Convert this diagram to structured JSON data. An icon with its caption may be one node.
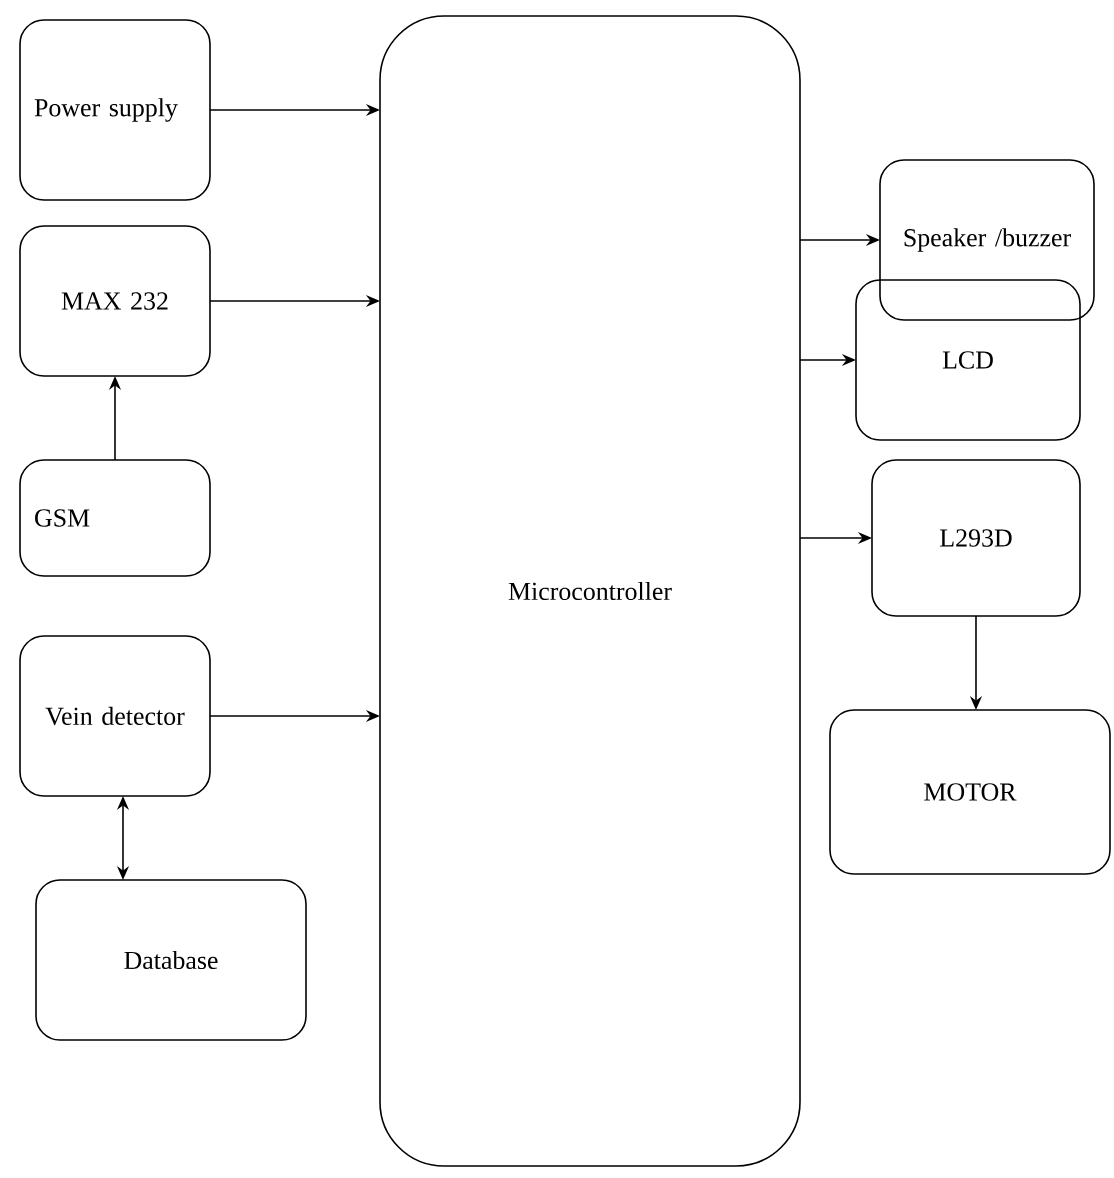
{
  "diagram": {
    "nodes": [
      {
        "text": [
          "Power supply"
        ]
      },
      {
        "text": [
          "MAX 232"
        ]
      },
      {
        "text": [
          "GSM"
        ]
      },
      {
        "text": [
          "Vein detector"
        ]
      },
      {
        "text": [
          "Database"
        ]
      },
      {
        "text": [
          "Microcontroller"
        ]
      },
      {
        "text": [
          "Speaker /buzzer"
        ]
      },
      {
        "text": [
          "LCD"
        ]
      },
      {
        "text": [
          "L293D"
        ]
      },
      {
        "text": [
          "MOTOR"
        ]
      }
    ],
    "edges": [
      {
        "from": 0,
        "to": 5,
        "arrow": "to"
      },
      {
        "from": 1,
        "to": 5,
        "arrow": "to"
      },
      {
        "from": 2,
        "to": 1,
        "arrow": "to"
      },
      {
        "from": 3,
        "to": 5,
        "arrow": "to"
      },
      {
        "from": 3,
        "to": 4,
        "arrow": "both"
      },
      {
        "from": 5,
        "to": 6,
        "arrow": "to"
      },
      {
        "from": 5,
        "to": 7,
        "arrow": "to"
      },
      {
        "from": 5,
        "to": 8,
        "arrow": "to"
      },
      {
        "from": 8,
        "to": 9,
        "arrow": "to"
      }
    ]
  }
}
